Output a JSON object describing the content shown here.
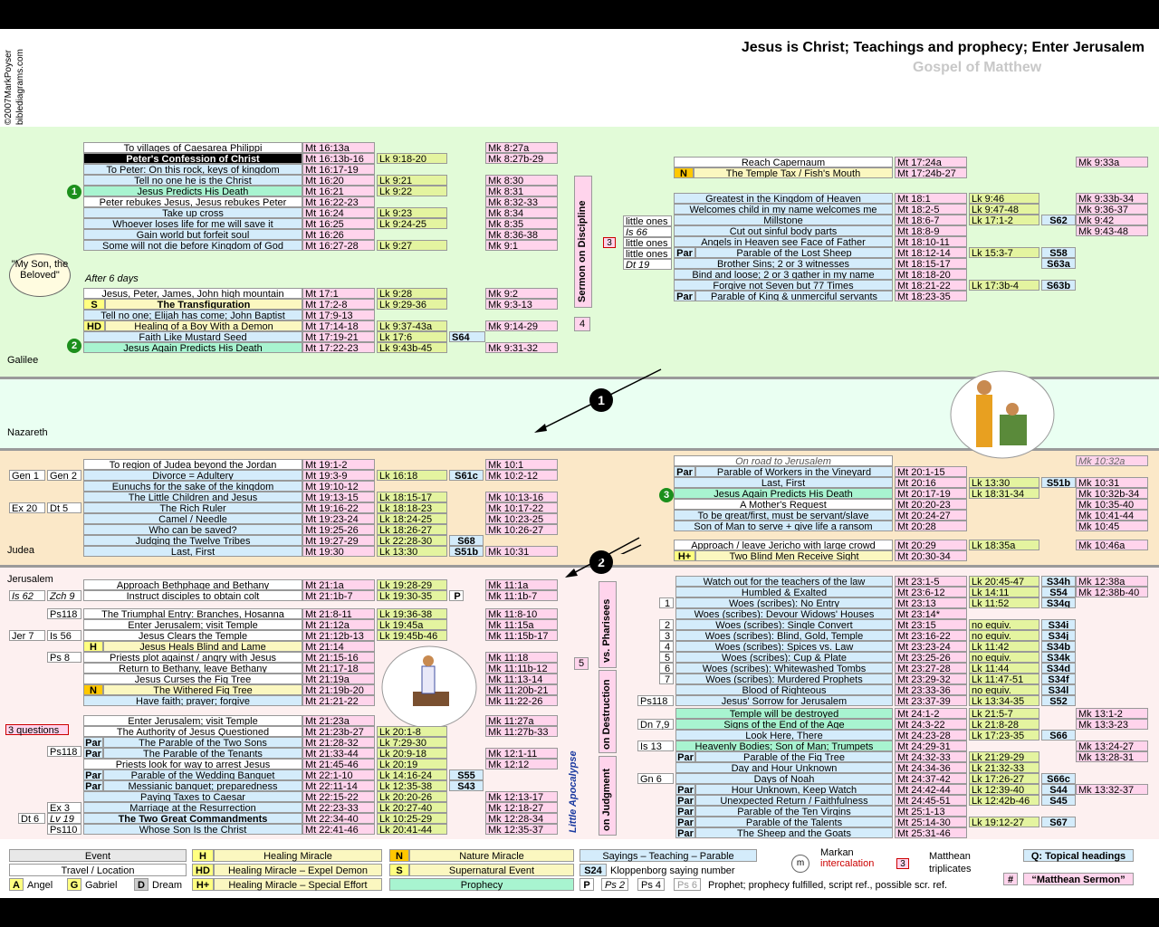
{
  "header": {
    "title": "Jesus is Christ; Teachings and prophecy; Enter Jerusalem",
    "subtitle": "Gospel of Matthew",
    "copyright": "©2007MarkPoyser",
    "site": "biblediagrams.com"
  },
  "regions": {
    "galilee": "Galilee",
    "nazareth": "Nazareth",
    "judea": "Judea",
    "jerusalem": "Jerusalem"
  },
  "markers": {
    "m1": "1",
    "m2": "2",
    "m3": "3",
    "route1": "1",
    "route2": "2"
  },
  "galilee_rows": [
    {
      "ev": "To villages of Caesarea Philippi",
      "mt": "Mt 16:13a",
      "lk": "",
      "mk": "Mk 8:27a",
      "t": "ev"
    },
    {
      "ev": "Peter's Confession of Christ",
      "mt": "Mt 16:13b-16",
      "lk": "Lk 9:18-20",
      "mk": "Mk 8:27b-29",
      "t": "blk"
    },
    {
      "ev": "To Peter: On this rock, keys of kingdom",
      "mt": "Mt 16:17-19",
      "lk": "",
      "mk": "",
      "t": "tl"
    },
    {
      "ev": "Tell no one he is the Christ",
      "mt": "Mt 16:20",
      "lk": "Lk 9:21",
      "mk": "Mk 8:30",
      "t": "tl"
    },
    {
      "ev": "Jesus Predicts His Death",
      "mt": "Mt 16:21",
      "lk": "Lk 9:22",
      "mk": "Mk 8:31",
      "t": "pr"
    },
    {
      "ev": "Peter rebukes Jesus, Jesus rebukes Peter",
      "mt": "Mt 16:22-23",
      "lk": "",
      "mk": "Mk 8:32-33",
      "t": "ev"
    },
    {
      "ev": "Take up cross",
      "mt": "Mt 16:24",
      "lk": "Lk 9:23",
      "mk": "Mk 8:34",
      "t": "tl"
    },
    {
      "ev": "Whoever loses life for me will save it",
      "mt": "Mt 16:25",
      "lk": "Lk 9:24-25",
      "mk": "Mk 8:35",
      "t": "tl"
    },
    {
      "ev": "Gain world but forfeit soul",
      "mt": "Mt 16:26",
      "lk": "",
      "mk": "Mk 8:36-38",
      "t": "tl"
    },
    {
      "ev": "Some will not die before Kingdom of God",
      "mt": "Mt 16:27-28",
      "lk": "Lk 9:27",
      "mk": "Mk 9:1",
      "t": "tl"
    }
  ],
  "bubble": "\"My Son, the Beloved\"",
  "after6": "After 6 days",
  "galilee_rows2": [
    {
      "tag": "",
      "ev": "Jesus, Peter, James, John high mountain",
      "mt": "Mt 17:1",
      "lk": "Lk 9:28",
      "mk": "Mk 9:2",
      "t": "ev"
    },
    {
      "tag": "S",
      "ev": "The Transfiguration",
      "mt": "Mt 17:2-8",
      "lk": "Lk 9:29-36",
      "mk": "Mk 9:3-13",
      "t": "hm"
    },
    {
      "tag": "",
      "ev": "Tell no one; Elijah has come; John Baptist",
      "mt": "Mt 17:9-13",
      "lk": "",
      "mk": "",
      "t": "tl"
    },
    {
      "tag": "HD",
      "ev": "Healing of a Boy With a Demon",
      "mt": "Mt 17:14-18",
      "lk": "Lk 9:37-43a",
      "mk": "Mk 9:14-29",
      "t": "hm"
    },
    {
      "tag": "",
      "ev": "Faith Like Mustard Seed",
      "mt": "Mt 17:19-21",
      "lk": "Lk 17:6",
      "mk": "",
      "t": "tl"
    },
    {
      "tag": "",
      "ev": "Jesus Again Predicts His Death",
      "mt": "Mt 17:22-23",
      "lk": "Lk 9:43b-45",
      "mk": "Mk 9:31-32",
      "t": "pr"
    }
  ],
  "s64": "S64",
  "sermon_discipline": "Sermon on Discipline",
  "sermon_num": "4",
  "cap_rows": [
    {
      "tag": "",
      "ev": "Reach Capernaum",
      "mt": "Mt 17:24a",
      "mk": "Mk 9:33a",
      "t": "ev"
    },
    {
      "tag": "N",
      "ev": "The Temple Tax / Fish's Mouth",
      "mt": "Mt 17:24b-27",
      "mk": "",
      "t": "hm"
    }
  ],
  "disc_rows": [
    {
      "ev": "Greatest in the Kingdom of Heaven",
      "mt": "Mt 18:1",
      "lk": "Lk 9:46",
      "s": "",
      "mk": "Mk 9:33b-34"
    },
    {
      "ev": "Welcomes child in my name welcomes me",
      "mt": "Mt 18:2-5",
      "lk": "Lk 9:47-48",
      "s": "",
      "mk": "Mk 9:36-37"
    },
    {
      "ev": "Millstone",
      "mt": "Mt 18:6-7",
      "lk": "Lk 17:1-2",
      "s": "S62",
      "mk": "Mk 9:42"
    },
    {
      "ev": "Cut out sinful body parts",
      "mt": "Mt 18:8-9",
      "lk": "",
      "s": "",
      "mk": "Mk 9:43-48"
    },
    {
      "ev": "Angels in Heaven see Face of Father",
      "mt": "Mt 18:10-11",
      "lk": "",
      "s": "",
      "mk": ""
    },
    {
      "ev": "Parable of the Lost Sheep",
      "mt": "Mt 18:12-14",
      "lk": "Lk 15:3-7",
      "s": "S58",
      "mk": ""
    },
    {
      "ev": "Brother Sins; 2 or 3 witnesses",
      "mt": "Mt 18:15-17",
      "lk": "",
      "s": "S63a",
      "mk": ""
    },
    {
      "ev": "Bind and loose; 2 or 3 gather in my name",
      "mt": "Mt 18:18-20",
      "lk": "",
      "s": "",
      "mk": ""
    },
    {
      "ev": "Forgive not Seven but 77 Times",
      "mt": "Mt 18:21-22",
      "lk": "Lk 17:3b-4",
      "s": "S63b",
      "mk": ""
    },
    {
      "ev": "Parable of King & unmerciful servants",
      "mt": "Mt 18:23-35",
      "lk": "",
      "s": "",
      "mk": ""
    }
  ],
  "little": [
    "little ones",
    "Is 66",
    "little ones",
    "little ones",
    "Dt 19"
  ],
  "par": "Par",
  "judea_rows": [
    {
      "ev": "To region of Judea beyond the Jordan",
      "mt": "Mt 19:1-2",
      "lk": "",
      "s": "",
      "mk": "Mk 10:1",
      "t": "ev"
    },
    {
      "ev": "Divorce = Adultery",
      "mt": "Mt 19:3-9",
      "lk": "Lk 16:18",
      "s": "S61c",
      "mk": "Mk 10:2-12",
      "t": "tl"
    },
    {
      "ev": "Eunuchs for the sake of the kingdom",
      "mt": "Mt 19:10-12",
      "lk": "",
      "s": "",
      "mk": "",
      "t": "tl"
    },
    {
      "ev": "The Little Children and Jesus",
      "mt": "Mt 19:13-15",
      "lk": "Lk 18:15-17",
      "s": "",
      "mk": "Mk 10:13-16",
      "t": "tl"
    },
    {
      "ev": "The Rich Ruler",
      "mt": "Mt 19:16-22",
      "lk": "Lk 18:18-23",
      "s": "",
      "mk": "Mk 10:17-22",
      "t": "tl"
    },
    {
      "ev": "Camel / Needle",
      "mt": "Mt 19:23-24",
      "lk": "Lk 18:24-25",
      "s": "",
      "mk": "Mk 10:23-25",
      "t": "tl"
    },
    {
      "ev": "Who can be saved?",
      "mt": "Mt 19:25-26",
      "lk": "Lk 18:26-27",
      "s": "",
      "mk": "Mk 10:26-27",
      "t": "tl"
    },
    {
      "ev": "Judging the Twelve Tribes",
      "mt": "Mt 19:27-29",
      "lk": "Lk 22:28-30",
      "s": "S68",
      "mk": "",
      "t": "tl"
    },
    {
      "ev": "Last, First",
      "mt": "Mt 19:30",
      "lk": "Lk 13:30",
      "s": "S51b",
      "mk": "Mk 10:31",
      "t": "tl"
    }
  ],
  "judea_refs": [
    "Gen 1",
    "Gen 2",
    "Ex 20",
    "Dt 5"
  ],
  "road_rows": [
    {
      "tag": "",
      "ev": "On road to Jerusalem",
      "mt": "",
      "lk": "",
      "s": "",
      "mk": "Mk 10:32a",
      "t": "ev"
    },
    {
      "tag": "Par",
      "ev": "Parable of Workers in the Vineyard",
      "mt": "Mt 20:1-15",
      "lk": "",
      "s": "",
      "mk": "",
      "t": "tl"
    },
    {
      "tag": "",
      "ev": "Last, First",
      "mt": "Mt 20:16",
      "lk": "Lk 13:30",
      "s": "S51b",
      "mk": "Mk 10:31",
      "t": "tl"
    },
    {
      "tag": "",
      "ev": "Jesus Again Predicts His Death",
      "mt": "Mt 20:17-19",
      "lk": "Lk 18:31-34",
      "s": "",
      "mk": "Mk 10:32b-34",
      "t": "pr"
    },
    {
      "tag": "",
      "ev": "A Mother's Request",
      "mt": "Mt 20:20-23",
      "lk": "",
      "s": "",
      "mk": "Mk 10:35-40",
      "t": "ev"
    },
    {
      "tag": "",
      "ev": "To be great/first, must be servant/slave",
      "mt": "Mt 20:24-27",
      "lk": "",
      "s": "",
      "mk": "Mk 10:41-44",
      "t": "tl"
    },
    {
      "tag": "",
      "ev": "Son of Man to serve + give life a ransom",
      "mt": "Mt 20:28",
      "lk": "",
      "s": "",
      "mk": "Mk 10:45",
      "t": "tl"
    }
  ],
  "jericho_rows": [
    {
      "tag": "",
      "ev": "Approach / leave Jericho with large crowd",
      "mt": "Mt 20:29",
      "lk": "Lk 18:35a",
      "mk": "Mk 10:46a",
      "t": "ev"
    },
    {
      "tag": "H+",
      "ev": "Two Blind Men Receive Sight",
      "mt": "Mt 20:30-34",
      "lk": "",
      "mk": "",
      "t": "hm"
    }
  ],
  "jer_rows": [
    {
      "ev": "Approach Bethphage and Bethany",
      "mt": "Mt 21:1a",
      "lk": "Lk 19:28-29",
      "mk": "Mk 11:1a",
      "t": "ev"
    },
    {
      "ev": "Instruct disciples to obtain colt",
      "mt": "Mt 21:1b-7",
      "lk": "Lk 19:30-35",
      "mk": "Mk 11:1b-7",
      "t": "ev"
    },
    {
      "ev": "The Triumphal Entry: Branches, Hosanna",
      "mt": "Mt 21:8-11",
      "lk": "Lk 19:36-38",
      "mk": "Mk 11:8-10",
      "t": "ev"
    },
    {
      "ev": "Enter Jerusalem; visit Temple",
      "mt": "Mt 21:12a",
      "lk": "Lk 19:45a",
      "mk": "Mk 11:15a",
      "t": "ev"
    },
    {
      "ev": "Jesus Clears the Temple",
      "mt": "Mt 21:12b-13",
      "lk": "Lk 19:45b-46",
      "mk": "Mk 11:15b-17",
      "t": "ev"
    },
    {
      "ev": "Jesus Heals Blind and Lame",
      "mt": "Mt 21:14",
      "lk": "",
      "mk": "",
      "t": "hm"
    },
    {
      "ev": "Priests plot against / angry with Jesus",
      "mt": "Mt 21:15-16",
      "lk": "",
      "mk": "Mk 11:18",
      "t": "ev"
    },
    {
      "ev": "Return to Bethany, leave Bethany",
      "mt": "Mt 21:17-18",
      "lk": "",
      "mk": "Mk 11:11b-12",
      "t": "ev"
    },
    {
      "ev": "Jesus Curses the Fig Tree",
      "mt": "Mt 21:19a",
      "lk": "",
      "mk": "Mk 11:13-14",
      "t": "ev"
    },
    {
      "ev": "The Withered Fig Tree",
      "mt": "Mt 21:19b-20",
      "lk": "",
      "mk": "Mk 11:20b-21",
      "t": "hm"
    },
    {
      "ev": "Have faith; prayer; forgive",
      "mt": "Mt 21:21-22",
      "lk": "",
      "mk": "Mk 11:22-26",
      "t": "tl"
    },
    {
      "ev": "Enter Jerusalem; visit Temple",
      "mt": "Mt 21:23a",
      "lk": "",
      "mk": "Mk 11:27a",
      "t": "ev"
    },
    {
      "ev": "The Authority of Jesus Questioned",
      "mt": "Mt 21:23b-27",
      "lk": "Lk 20:1-8",
      "mk": "Mk 11:27b-33",
      "t": "ev"
    },
    {
      "ev": "The Parable of the Two Sons",
      "mt": "Mt 21:28-32",
      "lk": "Lk 7:29-30",
      "mk": "",
      "t": "tl"
    },
    {
      "ev": "The Parable of the Tenants",
      "mt": "Mt 21:33-44",
      "lk": "Lk 20:9-18",
      "mk": "Mk 12:1-11",
      "t": "tl"
    },
    {
      "ev": "Priests look for way to arrest Jesus",
      "mt": "Mt 21:45-46",
      "lk": "Lk 20:19",
      "mk": "Mk 12:12",
      "t": "ev"
    },
    {
      "ev": "Parable of the Wedding Banquet",
      "mt": "Mt 22:1-10",
      "lk": "Lk 14:16-24",
      "mk": "",
      "t": "tl"
    },
    {
      "ev": "Messianic banquet; preparedness",
      "mt": "Mt 22:11-14",
      "lk": "Lk 12:35-38",
      "mk": "",
      "t": "tl"
    },
    {
      "ev": "Paying Taxes to Caesar",
      "mt": "Mt 22:15-22",
      "lk": "Lk 20:20-26",
      "mk": "Mk 12:13-17",
      "t": "tl"
    },
    {
      "ev": "Marriage at the Resurrection",
      "mt": "Mt 22:23-33",
      "lk": "Lk 20:27-40",
      "mk": "Mk 12:18-27",
      "t": "tl"
    },
    {
      "ev": "The Two Great Commandments",
      "mt": "Mt 22:34-40",
      "lk": "Lk 10:25-29",
      "mk": "Mk 12:28-34",
      "t": "vs"
    },
    {
      "ev": "Whose Son Is the Christ",
      "mt": "Mt 22:41-46",
      "lk": "Lk 20:41-44",
      "mk": "Mk 12:35-37",
      "t": "tl"
    }
  ],
  "jer_refs": [
    "Is 62",
    "Zch 9",
    "Ps118",
    "Jer 7",
    "Is 56",
    "Ps 8",
    "3 questions",
    "Ps118",
    "Ex 3",
    "Dt 6",
    "Lv 19",
    "Ps110"
  ],
  "jer_tags": {
    "h": "H",
    "n": "N",
    "p": "P",
    "s55": "S55",
    "s43": "S43"
  },
  "vs_pharisees": "vs. Pharisees",
  "on_destruction": "on Destruction",
  "on_judgment": "on Judgment",
  "little_apocalypse": "Little Apocalypse",
  "five": "5",
  "woe_rows": [
    {
      "n": "",
      "ev": "Watch out for the teachers of the law",
      "mt": "Mt 23:1-5",
      "lk": "Lk 20:45-47",
      "s": "S34h",
      "mk": "Mk 12:38a"
    },
    {
      "n": "",
      "ev": "Humbled & Exalted",
      "mt": "Mt 23:6-12",
      "lk": "Lk 14:11",
      "s": "S54",
      "mk": "Mk 12:38b-40"
    },
    {
      "n": "1",
      "ev": "Woes (scribes):  No Entry",
      "mt": "Mt 23:13",
      "lk": "Lk 11:52",
      "s": "S34g",
      "mk": ""
    },
    {
      "n": "",
      "ev": "Woes (scribes):  Devour Widows' Houses",
      "mt": "Mt 23:14*",
      "lk": "",
      "s": "",
      "mk": ""
    },
    {
      "n": "2",
      "ev": "Woes (scribes):  Single Convert",
      "mt": "Mt 23:15",
      "lk": "no equiv.",
      "s": "S34i",
      "mk": ""
    },
    {
      "n": "3",
      "ev": "Woes (scribes):  Blind, Gold, Temple",
      "mt": "Mt 23:16-22",
      "lk": "no equiv.",
      "s": "S34j",
      "mk": ""
    },
    {
      "n": "4",
      "ev": "Woes (scribes):  Spices vs. Law",
      "mt": "Mt 23:23-24",
      "lk": "Lk 11:42",
      "s": "S34b",
      "mk": ""
    },
    {
      "n": "5",
      "ev": "Woes (scribes):  Cup & Plate",
      "mt": "Mt 23:25-26",
      "lk": "no equiv.",
      "s": "S34k",
      "mk": ""
    },
    {
      "n": "6",
      "ev": "Woes (scribes):  Whitewashed Tombs",
      "mt": "Mt 23:27-28",
      "lk": "Lk 11:44",
      "s": "S34d",
      "mk": ""
    },
    {
      "n": "7",
      "ev": "Woes (scribes):  Murdered Prophets",
      "mt": "Mt 23:29-32",
      "lk": "Lk 11:47-51",
      "s": "S34f",
      "mk": ""
    },
    {
      "n": "",
      "ev": "Blood of Righteous",
      "mt": "Mt 23:33-36",
      "lk": "no equiv.",
      "s": "S34l",
      "mk": ""
    },
    {
      "n": "",
      "ev": "Jesus' Sorrow for Jerusalem",
      "mt": "Mt 23:37-39",
      "lk": "Lk 13:34-35",
      "s": "S52",
      "mk": ""
    }
  ],
  "apoc_rows": [
    {
      "ev": "Temple will be destroyed",
      "mt": "Mt 24:1-2",
      "lk": "Lk 21:5-7",
      "s": "",
      "mk": "Mk 13:1-2",
      "t": "pr"
    },
    {
      "ev": "Signs of the End of the Age",
      "mt": "Mt 24:3-22",
      "lk": "Lk 21:8-28",
      "s": "",
      "mk": "Mk 13:3-23",
      "t": "pr"
    },
    {
      "ev": "Look Here, There",
      "mt": "Mt 24:23-28",
      "lk": "Lk 17:23-35",
      "s": "S66",
      "mk": "",
      "t": "tl"
    },
    {
      "ev": "Heavenly Bodies; Son of Man; Trumpets",
      "mt": "Mt 24:29-31",
      "lk": "",
      "s": "",
      "mk": "Mk 13:24-27",
      "t": "pr"
    },
    {
      "ev": "Parable of the Fig Tree",
      "mt": "Mt 24:32-33",
      "lk": "Lk 21:29-29",
      "s": "",
      "mk": "Mk 13:28-31",
      "t": "tl"
    },
    {
      "ev": "Day and Hour Unknown",
      "mt": "Mt 24:34-36",
      "lk": "Lk 21:32-33",
      "s": "",
      "mk": "",
      "t": "tl"
    },
    {
      "ev": "Days of Noah",
      "mt": "Mt 24:37-42",
      "lk": "Lk 17:26-27",
      "s": "S66c",
      "mk": "",
      "t": "tl"
    },
    {
      "ev": "Hour Unknown, Keep Watch",
      "mt": "Mt 24:42-44",
      "lk": "Lk 12:39-40",
      "s": "S44",
      "mk": "Mk 13:32-37",
      "t": "tl"
    },
    {
      "ev": "Unexpected Return / Faithfulness",
      "mt": "Mt 24:45-51",
      "lk": "Lk 12:42b-46",
      "s": "S45",
      "mk": "",
      "t": "tl"
    },
    {
      "ev": "Parable of the Ten Virgins",
      "mt": "Mt 25:1-13",
      "lk": "",
      "s": "",
      "mk": "",
      "t": "tl"
    },
    {
      "ev": "Parable of the Talents",
      "mt": "Mt 25:14-30",
      "lk": "Lk 19:12-27",
      "s": "S67",
      "mk": "",
      "t": "tl"
    },
    {
      "ev": "The Sheep and the Goats",
      "mt": "Mt 25:31-46",
      "lk": "",
      "s": "",
      "mk": "",
      "t": "tl"
    }
  ],
  "apoc_refs": [
    "Ps118",
    "Dn 7,9",
    "Is 13",
    "Gn 6"
  ],
  "legend": {
    "event": "Event",
    "travel": "Travel / Location",
    "angel": "Angel",
    "gabriel": "Gabriel",
    "dream": "Dream",
    "a": "A",
    "g": "G",
    "d": "D",
    "h": "H",
    "hd": "HD",
    "hp": "H+",
    "healing": "Healing Miracle",
    "demon": "Healing Miracle – Expel Demon",
    "effort": "Healing Miracle – Special Effort",
    "n": "N",
    "s": "S",
    "nature": "Nature Miracle",
    "super": "Supernatural Event",
    "prophecy": "Prophecy",
    "sayings": "Sayings – Teaching – Parable",
    "s24": "S24",
    "klop": "Kloppenborg saying number",
    "p": "P",
    "ps2": "Ps 2",
    "ps4": "Ps 4",
    "ps6": "Ps 6",
    "prophet": "Prophet; prophecy fulfilled, script ref., possible scr. ref.",
    "m": "m",
    "markan": "Markan",
    "interc": "intercalation",
    "three": "3",
    "matthean": "Matthean",
    "triplicates": "triplicates",
    "q": "Q: Topical headings",
    "hash": "#",
    "sermon": "“Matthean Sermon”"
  }
}
